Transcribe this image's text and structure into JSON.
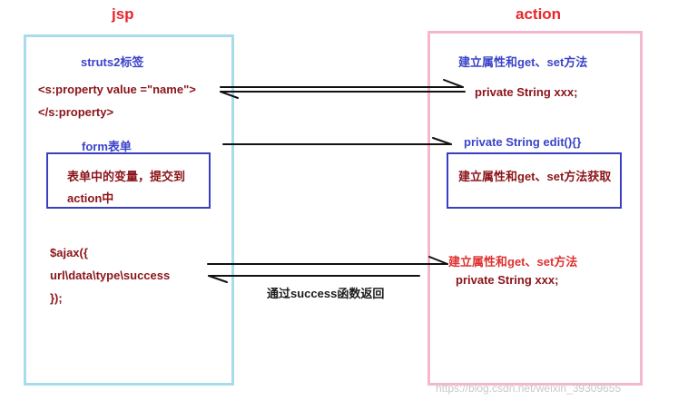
{
  "headers": {
    "jsp": "jsp",
    "action": "action"
  },
  "jsp": {
    "struts2_tag": "struts2标签",
    "property_open": "<s:property value =\"name\">",
    "property_close": "</s:property>",
    "form_label": "form表单",
    "form_box_line1": "表单中的变量，提交到",
    "form_box_line2": "action中",
    "ajax_line1": "$ajax({",
    "ajax_line2": "url\\data\\type\\success",
    "ajax_line3": "});"
  },
  "action": {
    "getset_1": "建立属性和get、set方法",
    "field_1": "private String xxx;",
    "edit_method": "private String edit(){}",
    "getset_fetch": "建立属性和get、set方法获取",
    "getset_2": "建立属性和get、set方法",
    "field_2": "private String xxx;"
  },
  "arrows": {
    "return_label": "通过success函数返回"
  },
  "colors": {
    "title_red": "#e8262b",
    "jsp_panel": "#a8dcea",
    "action_panel": "#f3b8cf",
    "inner_box": "#3a3fbf",
    "blue_text": "#3a43c9",
    "dark_red_text": "#8b1419",
    "red_text": "#e03030"
  },
  "watermark": "https://blog.csdn.net/weixin_39309655"
}
